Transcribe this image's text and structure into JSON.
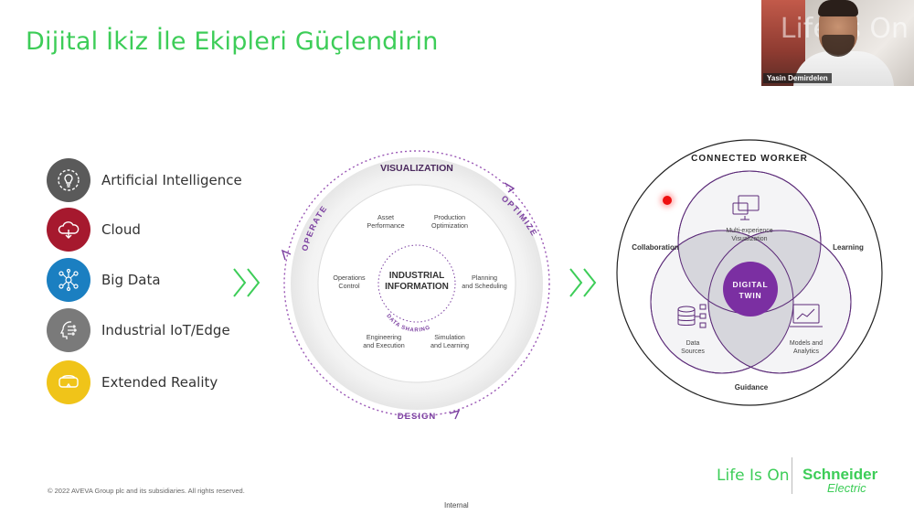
{
  "slide": {
    "title": "Dijital İkiz İle Ekipleri Güçlendirin",
    "copyright": "© 2022 AVEVA Group plc and its subsidiaries. All rights reserved.",
    "classification": "Internal"
  },
  "webcam": {
    "participant_name": "Yasin Demirdelen",
    "background_text": "Life Is On"
  },
  "technologies": [
    {
      "label": "Artificial Intelligence",
      "color": "#5a5a5a",
      "icon": "ai-lightbulb-icon"
    },
    {
      "label": "Cloud",
      "color": "#a6192e",
      "icon": "cloud-icon"
    },
    {
      "label": "Big Data",
      "color": "#1b7fc1",
      "icon": "big-data-network-icon"
    },
    {
      "label": "Industrial IoT/Edge",
      "color": "#7a7a7a",
      "icon": "iot-circuit-head-icon"
    },
    {
      "label": "Extended Reality",
      "color": "#f0c419",
      "icon": "vr-headset-icon"
    }
  ],
  "accent_green": "#3dcd58",
  "accent_purple": "#7b3fa0",
  "cycle": {
    "top": "VISUALIZATION",
    "left": "OPERATE",
    "right": "OPTIMIZE",
    "bottom": "DESIGN",
    "center_line1": "INDUSTRIAL",
    "center_line2": "INFORMATION",
    "data_sharing": "DATA SHARING",
    "items": [
      {
        "l1": "Asset",
        "l2": "Performance"
      },
      {
        "l1": "Production",
        "l2": "Optimization"
      },
      {
        "l1": "Operations",
        "l2": "Control"
      },
      {
        "l1": "Planning",
        "l2": "and Scheduling"
      },
      {
        "l1": "Engineering",
        "l2": "and Execution"
      },
      {
        "l1": "Simulation",
        "l2": "and Learning"
      }
    ]
  },
  "twin": {
    "title": "CONNECTED WORKER",
    "collaboration": "Collaboration",
    "learning": "Learning",
    "guidance": "Guidance",
    "center_line1": "DIGITAL",
    "center_line2": "TWIN",
    "top_line1": "Multi-experience",
    "top_line2": "Visualization",
    "left_line1": "Data",
    "left_line2": "Sources",
    "right_line1": "Models and",
    "right_line2": "Analytics"
  },
  "brand": {
    "slogan": "Life Is On",
    "name": "Schneider",
    "sub": "Electric"
  }
}
